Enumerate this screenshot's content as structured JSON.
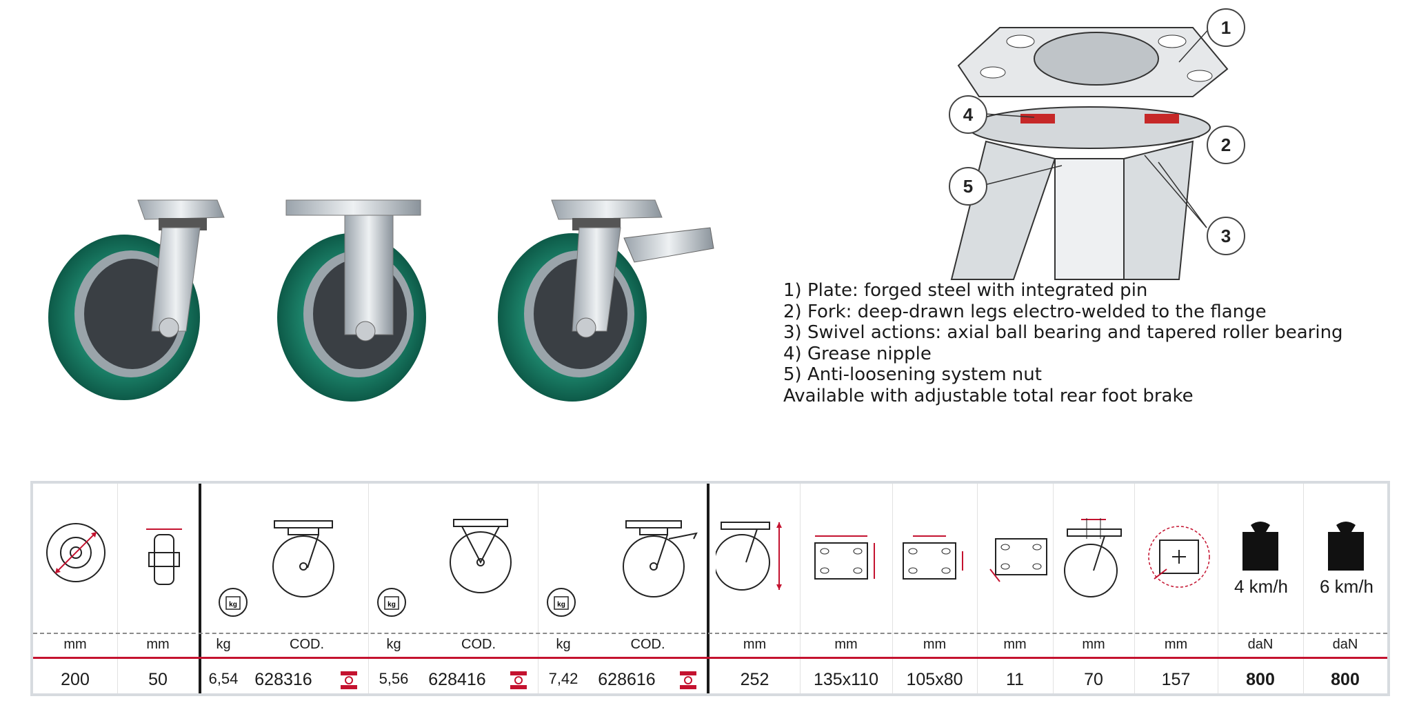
{
  "diagram": {
    "callouts": [
      "1",
      "2",
      "3",
      "4",
      "5"
    ]
  },
  "features": [
    "1) Plate: forged steel with integrated pin",
    "2) Fork: deep-drawn legs electro-welded to the flange",
    "3) Swivel actions: axial ball bearing and tapered roller bearing",
    "4) Grease nipple",
    "5) Anti-loosening system nut",
    "Available with adjustable total rear foot brake"
  ],
  "table": {
    "units": {
      "diameter": "mm",
      "width": "mm",
      "kg1": "kg",
      "cod1": "COD.",
      "kg2": "kg",
      "cod2": "COD.",
      "kg3": "kg",
      "cod3": "COD.",
      "height": "mm",
      "plate": "mm",
      "holes": "mm",
      "hole_dia": "mm",
      "offset": "mm",
      "swivel_radius": "mm",
      "load4": "daN",
      "load6": "daN"
    },
    "values": {
      "diameter": "200",
      "width": "50",
      "kg1": "6,54",
      "cod1": "628316",
      "kg2": "5,56",
      "cod2": "628416",
      "kg3": "7,42",
      "cod3": "628616",
      "height": "252",
      "plate": "135x110",
      "holes": "105x80",
      "hole_dia": "11",
      "offset": "70",
      "swivel_radius": "157",
      "load4": "800",
      "load6": "800"
    },
    "speed_labels": {
      "slow": "4 km/h",
      "fast": "6 km/h"
    },
    "kg_badge": "kg",
    "weight_badge": "kg"
  },
  "colors": {
    "accent_red": "#c4122f",
    "wheel_green": "#16735f",
    "table_border": "#d7dbdf"
  }
}
